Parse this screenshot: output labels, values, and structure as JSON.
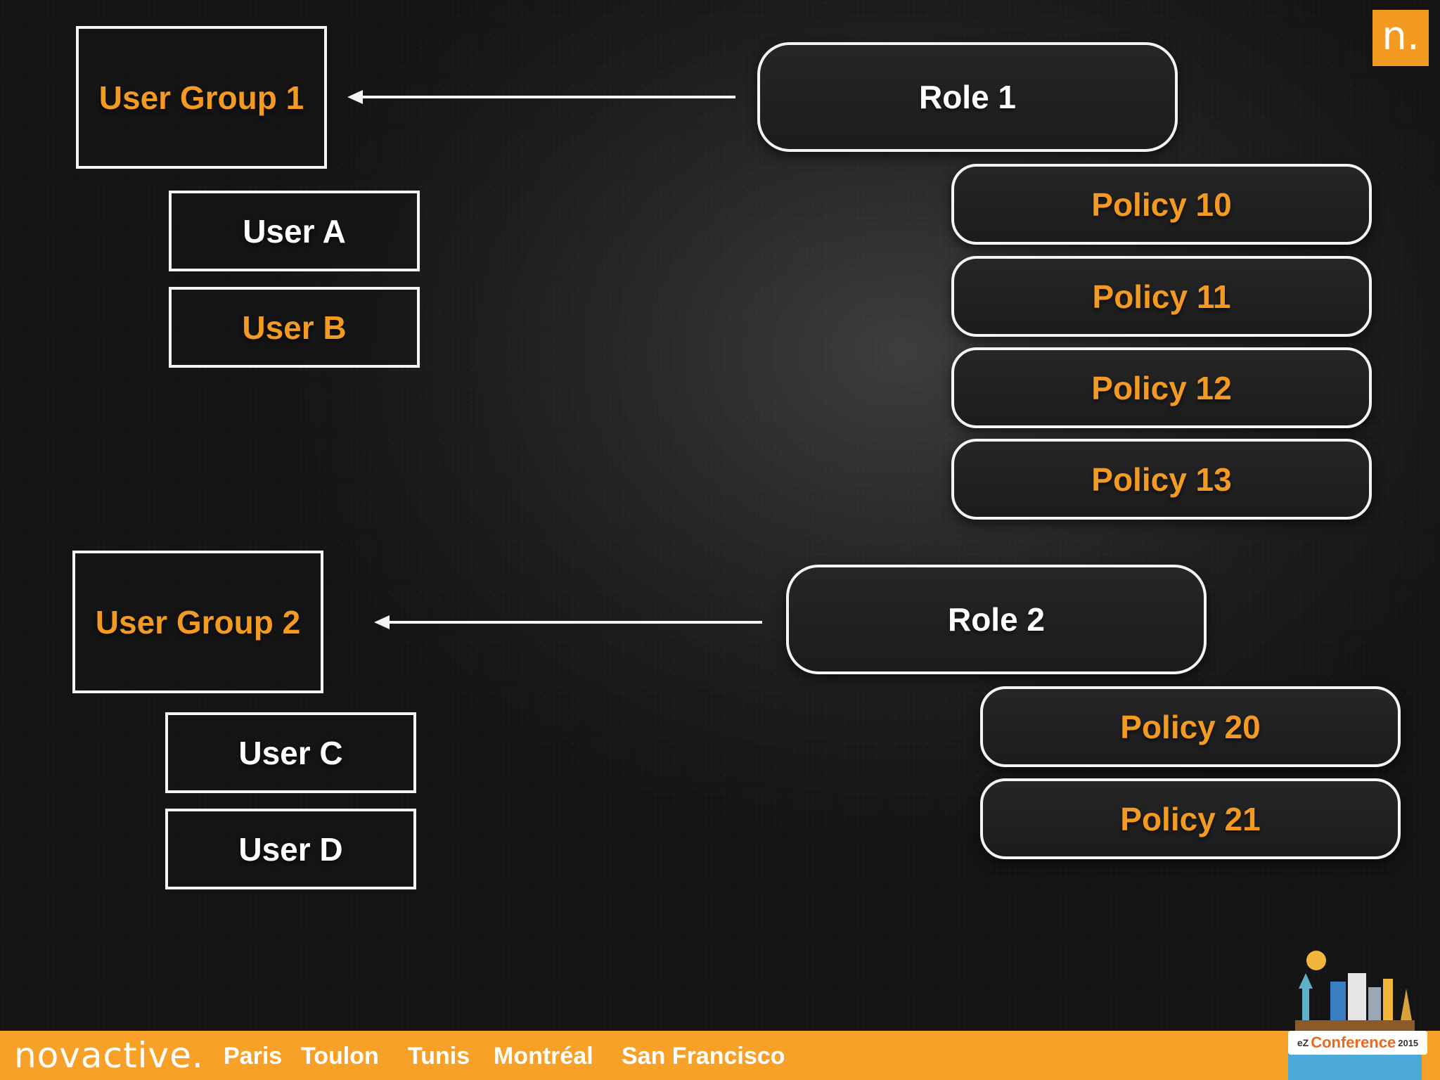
{
  "user_groups": [
    {
      "label": "User Group 1",
      "users": [
        "User A",
        "User B"
      ]
    },
    {
      "label": "User Group 2",
      "users": [
        "User C",
        "User D"
      ]
    }
  ],
  "roles": [
    {
      "label": "Role 1",
      "policies": [
        "Policy 10",
        "Policy 11",
        "Policy 12",
        "Policy 13"
      ]
    },
    {
      "label": "Role 2",
      "policies": [
        "Policy 20",
        "Policy 21"
      ]
    }
  ],
  "logo": {
    "text": "n."
  },
  "footer": {
    "brand": "novactive.",
    "cities": [
      "Paris",
      "Toulon",
      "Tunis",
      "Montréal",
      "San Francisco"
    ],
    "conference": {
      "prefix": "eZ",
      "name": "Conference",
      "year": "2015"
    }
  },
  "colors": {
    "accent": "#f39a22",
    "footer": "#f7a128",
    "border": "#f4f4f4"
  }
}
